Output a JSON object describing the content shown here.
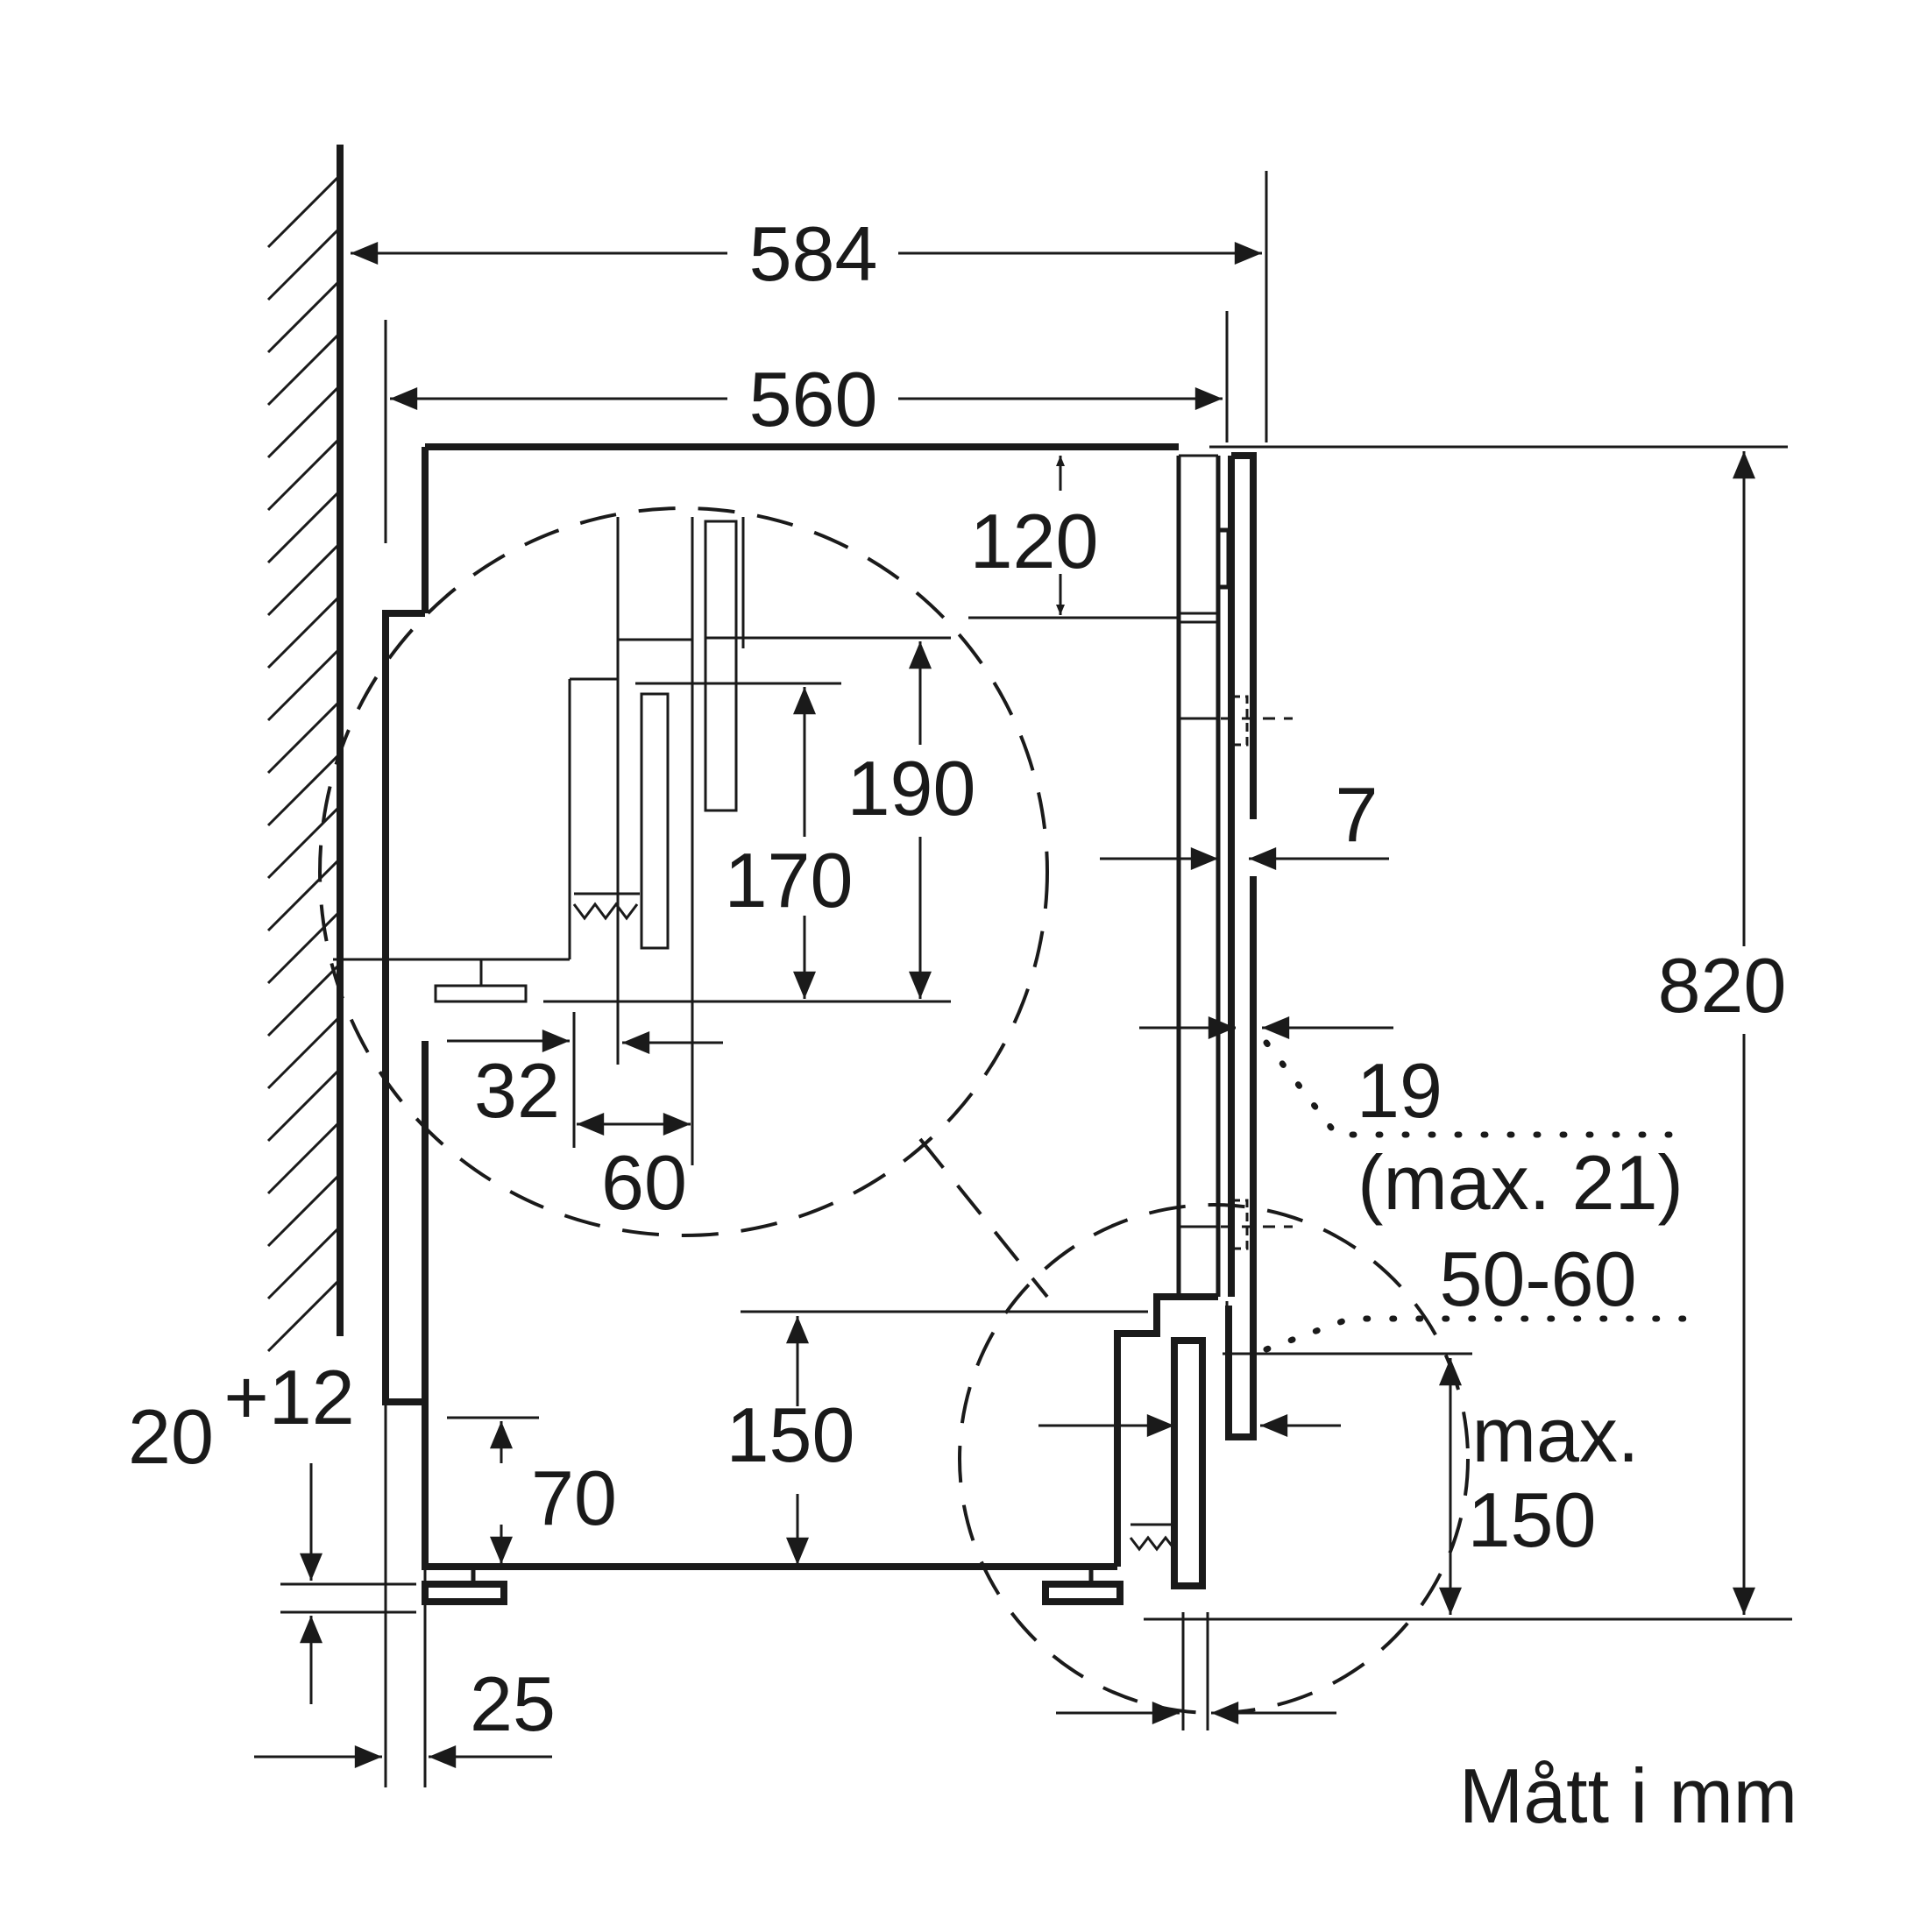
{
  "dimensions": {
    "w584": "584",
    "w560": "560",
    "d120": "120",
    "d190": "190",
    "d170": "170",
    "d7": "7",
    "d820": "820",
    "d19": "19",
    "d19max": "(max. 21)",
    "d32": "32",
    "d60": "60",
    "d5060": "50-60",
    "d20": "20",
    "d20sup": "+12",
    "d70": "70",
    "d150": "150",
    "dmax_l1": "max.",
    "dmax_l2": "150",
    "d25": "25"
  },
  "units_note": "Mått i mm"
}
